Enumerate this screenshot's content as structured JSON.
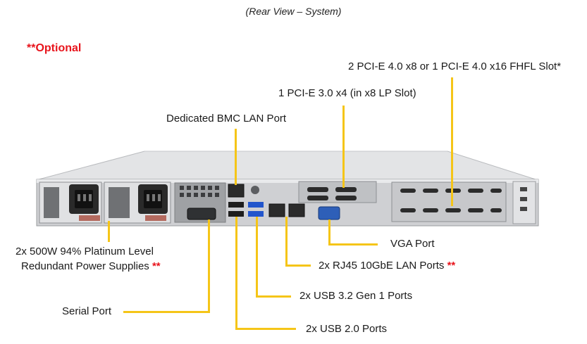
{
  "caption": "(Rear View – System)",
  "optional_note": "**Optional",
  "labels": {
    "pcie_fhfl": "2 PCI-E 4.0 x8 or 1 PCI-E 4.0 x16 FHFL Slot*",
    "pcie_lp": "1 PCI-E 3.0 x4 (in x8 LP Slot)",
    "bmc_lan": "Dedicated BMC LAN Port",
    "psu_line1": "2x 500W 94% Platinum Level",
    "psu_line2": "Redundant  Power Supplies",
    "psu_marker": "**",
    "vga": "VGA Port",
    "rj45": "2x RJ45 10GbE LAN Ports",
    "rj45_marker": "**",
    "usb32": "2x USB 3.2 Gen 1 Ports",
    "serial": "Serial Port",
    "usb20": "2x USB 2.0 Ports"
  },
  "colors": {
    "leader": "#f5c518",
    "accent_red": "#e8141c",
    "chassis": "#d9dadc",
    "chassis_dark": "#3a3a3a"
  }
}
